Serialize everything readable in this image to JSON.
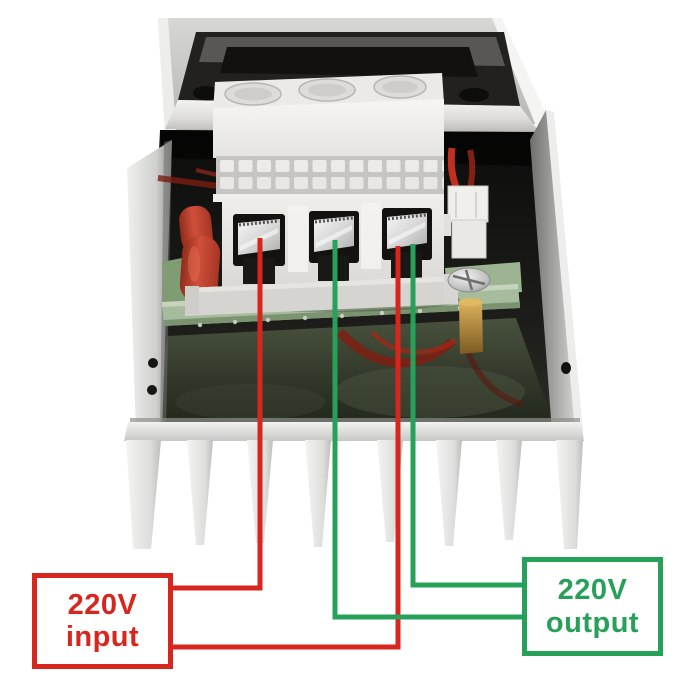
{
  "subject": "SCR voltage regulator module with heatsink and 3-pole screw terminal block, wiring diagram overlay",
  "colors": {
    "accent-red": "#d7261e",
    "accent-green": "#27a159",
    "pcb-green": "#a7bc9d",
    "brass": "#c09a4a",
    "component-red": "#c0402a",
    "metal-light": "#e8e8e8",
    "interior-dark": "#161614"
  },
  "labels": {
    "input": {
      "line1": "220V",
      "line2": "input"
    },
    "output": {
      "line1": "220V",
      "line2": "output"
    }
  },
  "wiring": [
    {
      "wire": "red-1",
      "color": "red",
      "from": "terminal-left",
      "to": "220V input"
    },
    {
      "wire": "red-2",
      "color": "red",
      "from": "terminal-right",
      "to": "220V input"
    },
    {
      "wire": "green-1",
      "color": "green",
      "from": "terminal-middle",
      "to": "220V output"
    },
    {
      "wire": "green-2",
      "color": "green",
      "from": "terminal-right",
      "to": "220V output"
    }
  ],
  "terminals": {
    "count": 3
  }
}
